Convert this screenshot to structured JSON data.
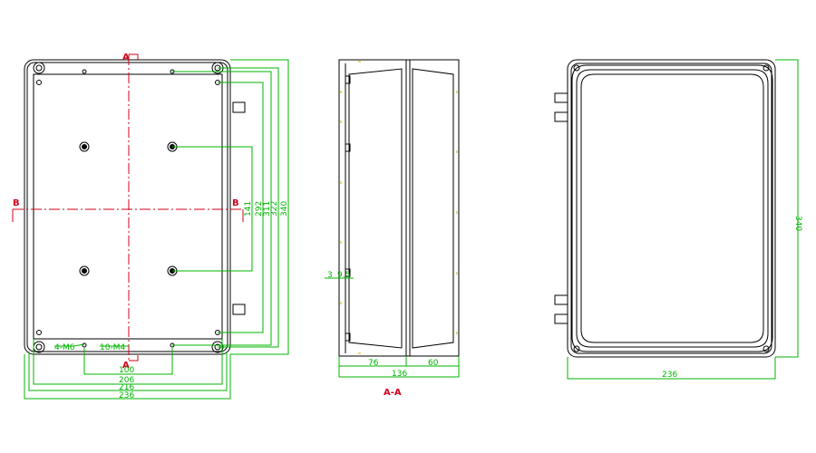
{
  "colors": {
    "outline": "#000000",
    "dimension": "#00b400",
    "section": "#d2001e",
    "hidden": "#c8b400"
  },
  "front_view": {
    "section_marks": {
      "a_top": "A",
      "a_bottom": "A",
      "b_left": "B",
      "b_right": "B"
    },
    "callouts": {
      "holes_m6": "4-M6",
      "holes_m4": "10-M4"
    },
    "horizontal_dims": [
      "100",
      "206",
      "216",
      "236"
    ],
    "vertical_dims": [
      "141",
      "292",
      "311",
      "322",
      "340"
    ]
  },
  "side_view": {
    "small_dims": {
      "wall": "3",
      "lip": "9.5"
    },
    "dims": {
      "base_depth": "76",
      "total_depth": "136",
      "lid_depth": "60"
    },
    "caption": "A-A"
  },
  "back_view": {
    "width_dim": "236",
    "height_dim": "340"
  }
}
